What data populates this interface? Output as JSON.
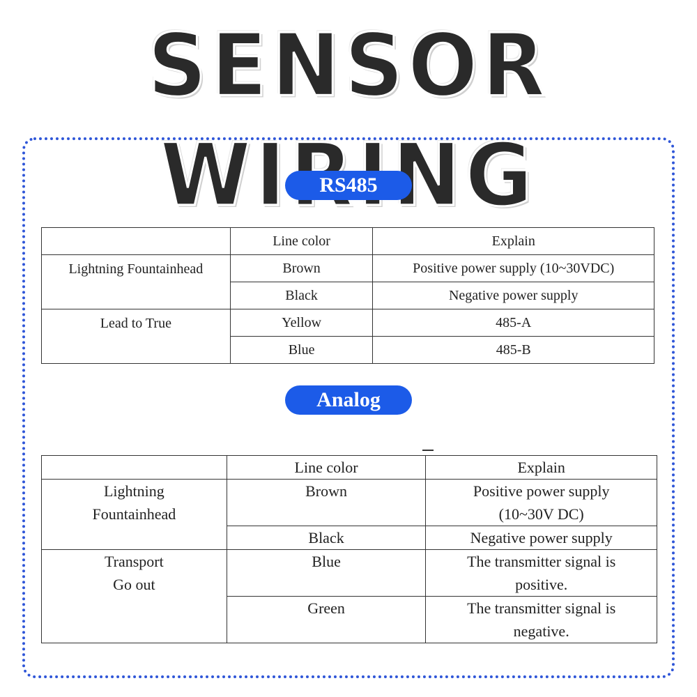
{
  "title": "SENSOR WIRING",
  "rs485": {
    "label": "RS485",
    "headers": [
      "",
      "Line color",
      "Explain"
    ],
    "groups": [
      {
        "name": "Lightning Fountainhead",
        "rows": [
          {
            "color": "Brown",
            "explain": "Positive power supply (10~30VDC)"
          },
          {
            "color": "Black",
            "explain": "Negative power supply"
          }
        ]
      },
      {
        "name": "Lead to True",
        "rows": [
          {
            "color": "Yellow",
            "explain": "485-A"
          },
          {
            "color": "Blue",
            "explain": "485-B"
          }
        ]
      }
    ]
  },
  "analog": {
    "label": "Analog",
    "headers": [
      "",
      "Line color",
      "Explain"
    ],
    "groups": [
      {
        "name_lines": [
          "Lightning",
          "Fountainhead"
        ],
        "rows": [
          {
            "color": "Brown",
            "explain_lines": [
              "Positive power supply",
              "(10~30V DC)"
            ]
          },
          {
            "color": "Black",
            "explain_lines": [
              "Negative power supply"
            ]
          }
        ]
      },
      {
        "name_lines": [
          "Transport",
          "Go out"
        ],
        "rows": [
          {
            "color": "Blue",
            "explain_lines": [
              "The transmitter signal is",
              "positive."
            ]
          },
          {
            "color": "Green",
            "explain_lines": [
              "The transmitter signal is",
              "negative."
            ]
          }
        ]
      }
    ]
  },
  "colors": {
    "accent": "#1c5be8",
    "frame": "#2f56d8",
    "title": "#2a2a2a"
  }
}
